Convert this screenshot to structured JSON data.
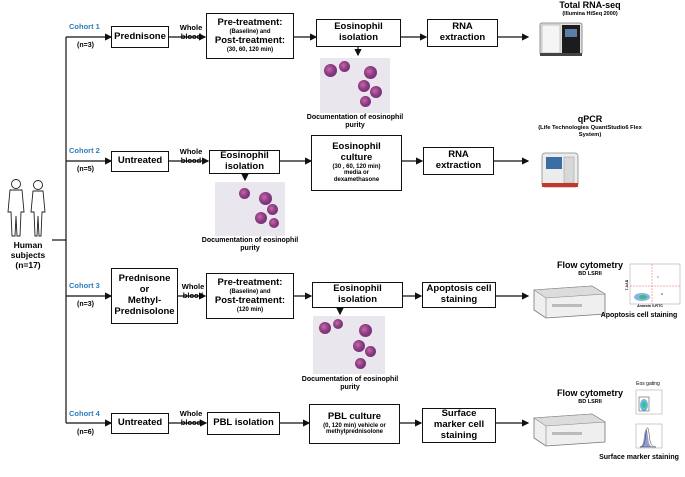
{
  "human": {
    "label_line1": "Human",
    "label_line2": "subjects",
    "label_line3": "(n=17)"
  },
  "cohorts": [
    {
      "title": "Cohort 1",
      "n": "(n=3)"
    },
    {
      "title": "Cohort 2",
      "n": "(n=5)"
    },
    {
      "title": "Cohort 3",
      "n": "(n=3)"
    },
    {
      "title": "Cohort 4",
      "n": "(n=6)"
    }
  ],
  "whole_blood": "Whole blood",
  "row1": {
    "treatment": "Prednisone",
    "pre_line1": "Pre-treatment:",
    "pre_line2": "(Baseline) and",
    "pre_line3": "Post-treatment:",
    "pre_line4": "(30, 60, 120 min)",
    "isolation": "Eosinophil isolation",
    "rna": "RNA extraction",
    "output_title": "Total RNA-seq",
    "output_sub": "(Illumina HiSeq 2000)",
    "doc": "Documentation of eosinophil purity"
  },
  "row2": {
    "treatment": "Untreated",
    "isolation": "Eosinophil isolation",
    "culture_line1": "Eosinophil",
    "culture_line2": "culture",
    "culture_line3": "(30 , 60, 120 min)",
    "culture_line4": "media or",
    "culture_line5": "dexamethasone",
    "rna": "RNA extraction",
    "output_title": "qPCR",
    "output_sub": "(Life Technologies QuantStudio6 Flex System)",
    "doc": "Documentation of eosinophil purity"
  },
  "row3": {
    "treatment_line1": "Prednisone",
    "treatment_line2": "or",
    "treatment_line3": "Methyl-",
    "treatment_line4": "Prednisolone",
    "pre_line1": "Pre-treatment:",
    "pre_line2": "(Baseline) and",
    "pre_line3": "Post-treatment:",
    "pre_line4": "(120 min)",
    "isolation": "Eosinophil isolation",
    "staining": "Apoptosis cell staining",
    "output_title": "Flow cytometry",
    "output_sub": "BD LSRII",
    "result": "Apoptosis cell staining",
    "plot_ylabel": "7-AAD",
    "plot_xlabel": "Annexin V-FITC",
    "doc": "Documentation of eosinophil purity"
  },
  "row4": {
    "treatment": "Untreated",
    "isolation": "PBL isolation",
    "culture_line1": "PBL culture",
    "culture_line2": "(0, 120 min) vehicle or",
    "culture_line3": "methylprednisolone",
    "staining": "Surface marker cell staining",
    "output_title": "Flow cytometry",
    "output_sub": "BD LSRII",
    "result": "Surface marker staining",
    "gating_label": "Eos gating"
  }
}
